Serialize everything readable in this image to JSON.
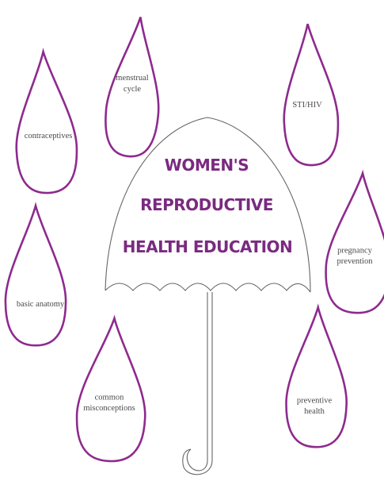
{
  "title": {
    "lines": [
      "WOMEN'S",
      "REPRODUCTIVE",
      "HEALTH EDUCATION"
    ]
  },
  "colors": {
    "accent": "#8e2a8e",
    "outline": "#666666",
    "label": "#4a4a4a"
  },
  "drops": [
    {
      "name": "menstrual-cycle",
      "lines": [
        "menstrual",
        "cycle"
      ]
    },
    {
      "name": "contraceptives",
      "lines": [
        "contraceptives"
      ]
    },
    {
      "name": "sti-hiv",
      "lines": [
        "STI/HIV"
      ]
    },
    {
      "name": "pregnancy-prevention",
      "lines": [
        "pregnancy",
        "prevention"
      ]
    },
    {
      "name": "basic-anatomy",
      "lines": [
        "basic anatomy"
      ]
    },
    {
      "name": "common-misconceptions",
      "lines": [
        "common",
        "misconceptions"
      ]
    },
    {
      "name": "preventive-health",
      "lines": [
        "preventive",
        "health"
      ]
    }
  ]
}
